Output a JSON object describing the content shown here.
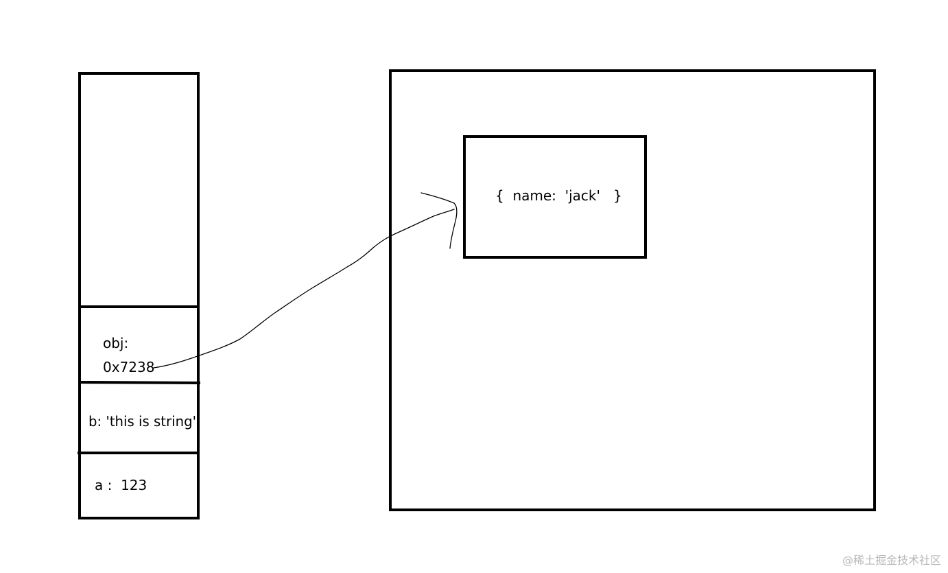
{
  "stack": {
    "cells": {
      "obj_name": "obj:",
      "obj_value": "0x7238",
      "b": "b: 'this is string'",
      "a": "a :  123"
    }
  },
  "heap": {
    "object": "{  name:  'jack'   }"
  },
  "watermark": "@稀土掘金技术社区"
}
